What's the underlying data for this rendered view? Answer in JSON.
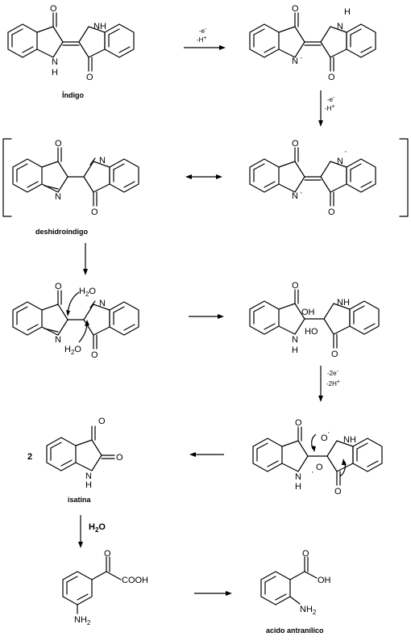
{
  "labels": {
    "indigo": "Índigo",
    "deshidroindigo": "deshidroíndigo",
    "isatina": "isatina",
    "acido": "acido antranílico",
    "stoich": "2"
  },
  "conditions": {
    "step1_a": "-e",
    "step1_a_sup": "-",
    "step1_b": "-H",
    "step1_b_sup": "+",
    "step2_a": "-e",
    "step2_a_sup": "-",
    "step2_b": "-H",
    "step2_b_sup": "+",
    "step3_a": "-2e",
    "step3_a_sup": "-",
    "step3_b": "-2H",
    "step3_b_sup": "+",
    "hydrolysis_h": "H",
    "hydrolysis_2": "2",
    "hydrolysis_o": "O"
  },
  "atoms": {
    "O": "O",
    "N": "N",
    "H": "H",
    "NH": "NH",
    "OH": "OH",
    "HO": "HO",
    "H2O_h": "H",
    "H2O_2": "2",
    "H2O_o": "O",
    "COOH": "COOH",
    "NH2_nh": "NH",
    "NH2_2": "2",
    "radical_dot": "·"
  }
}
